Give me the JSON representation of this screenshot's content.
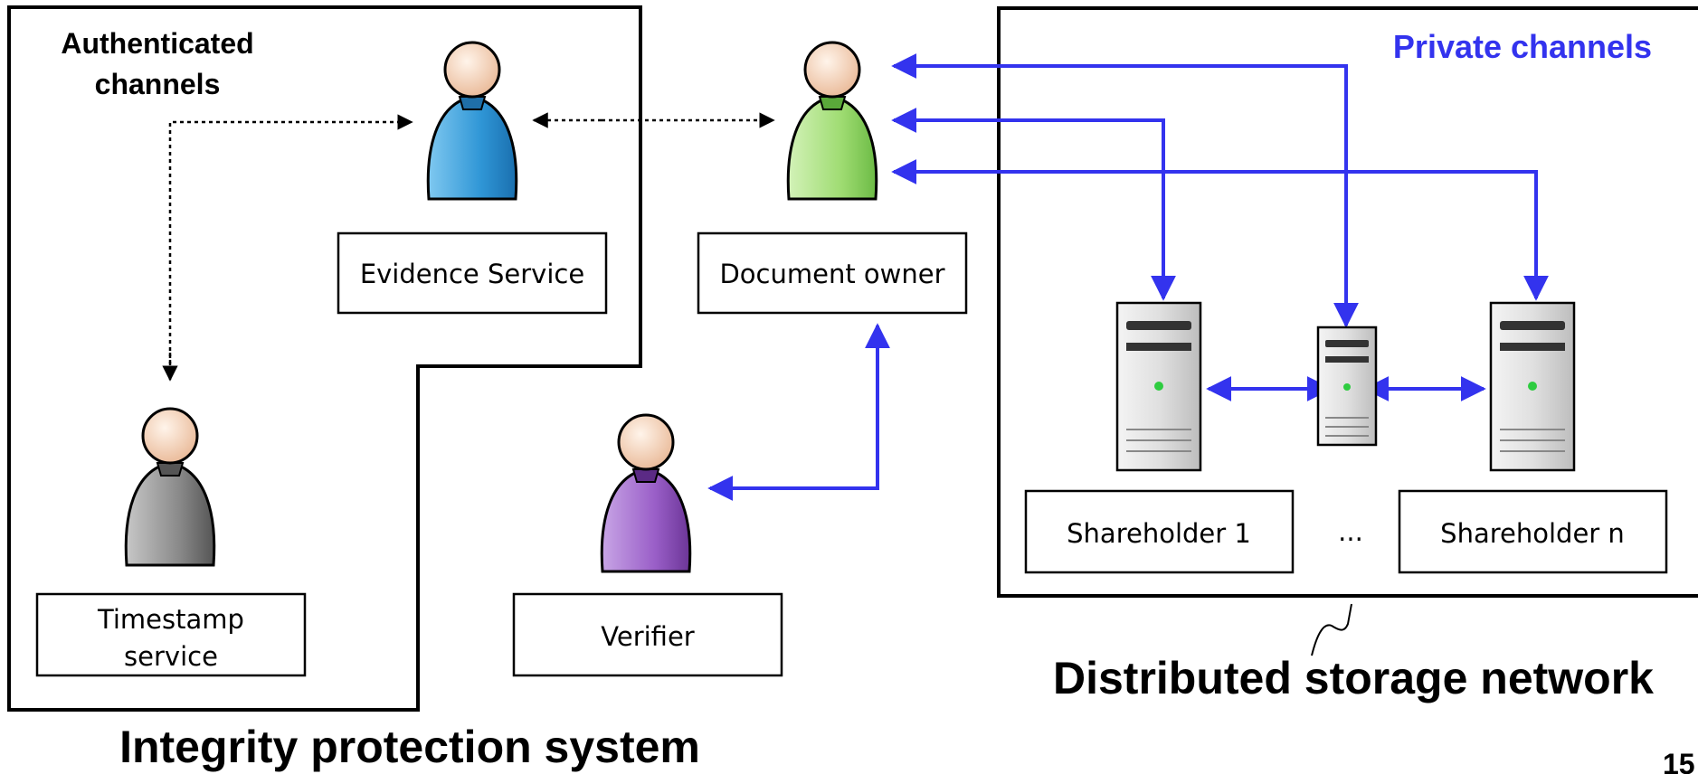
{
  "labels": {
    "authenticated_channels_line1": "Authenticated",
    "authenticated_channels_line2": "channels",
    "private_channels": "Private channels",
    "integrity_protection_system": "Integrity protection system",
    "distributed_storage_network": "Distributed storage network",
    "page_number": "15",
    "ellipsis": "..."
  },
  "boxes": {
    "evidence_service": "Evidence Service",
    "document_owner": "Document owner",
    "timestamp_line1": "Timestamp",
    "timestamp_line2": "service",
    "verifier": "Verifier",
    "shareholder_1": "Shareholder 1",
    "shareholder_n": "Shareholder n"
  },
  "colors": {
    "private_channel": "#3333ee",
    "outline": "#000000",
    "evidence_person": "#3fa3e0",
    "owner_person": "#a6e07a",
    "timestamp_person": "#8a8a8a",
    "verifier_person": "#9a5fc8",
    "skin": "#f2c8a8"
  },
  "icons": [
    "person-icon",
    "server-icon"
  ]
}
